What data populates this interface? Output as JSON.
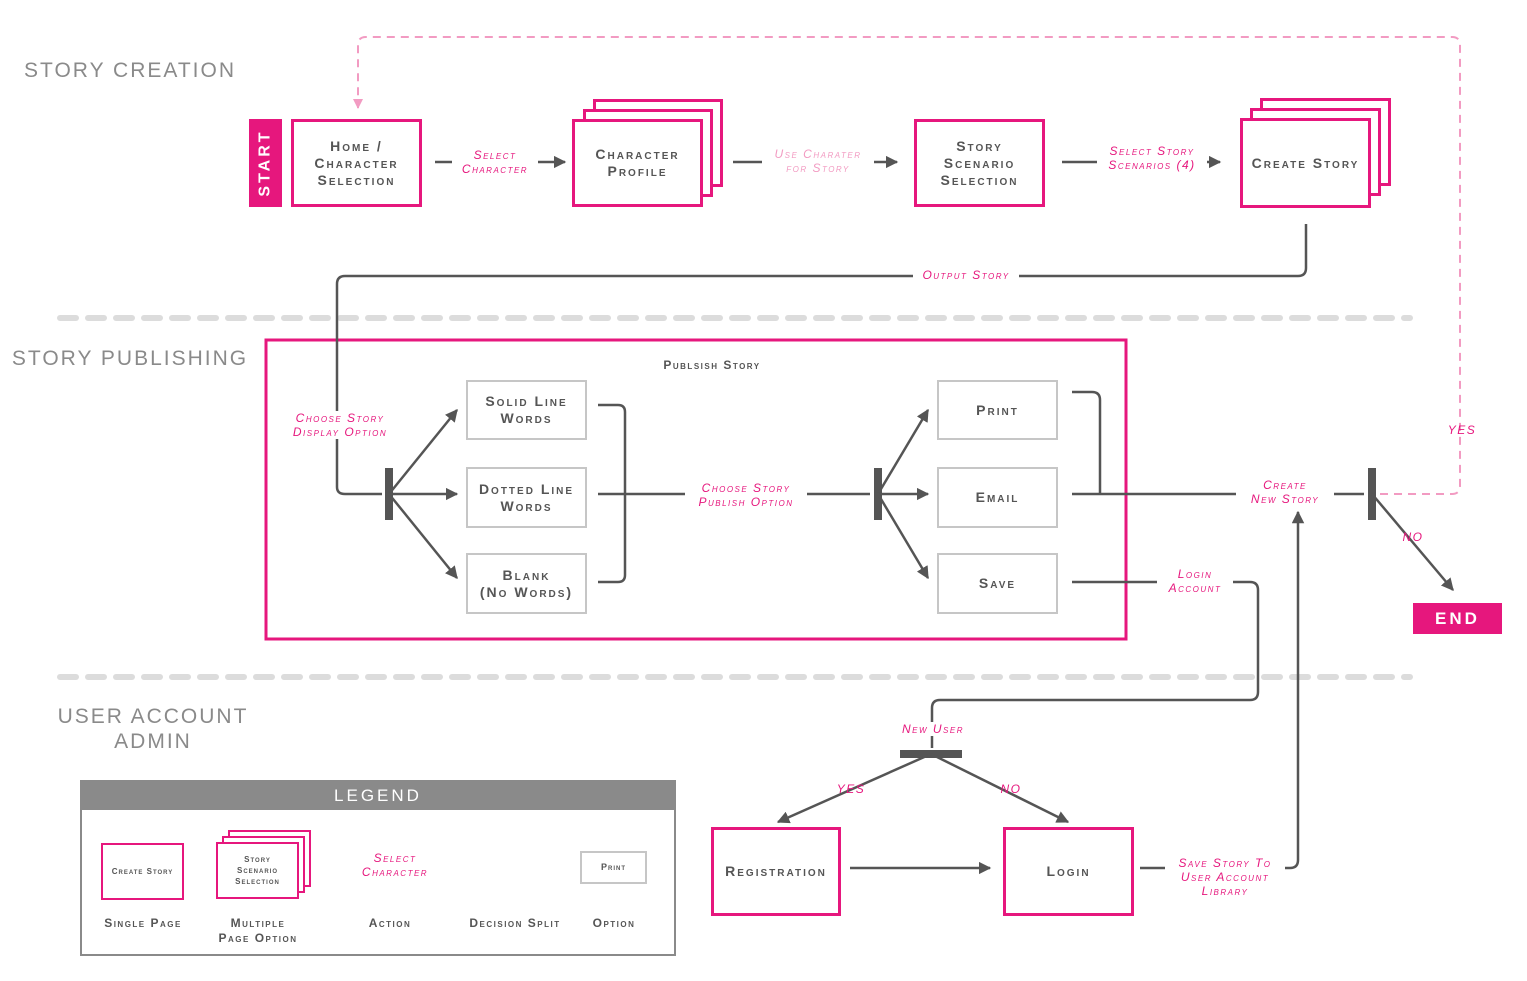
{
  "sections": {
    "story_creation": "STORY\nCREATION",
    "story_publishing": "STORY\nPUBLISHING",
    "user_account_admin": "USER ACCOUNT\nADMIN"
  },
  "terminals": {
    "start": "START",
    "end": "END"
  },
  "pages": {
    "home": "Home /\nCharacter\nSelection",
    "character_profile": "Character\nProfile",
    "story_scenario": "Story\nScenario\nSelection",
    "create_story": "Create Story",
    "registration": "Registration",
    "login": "Login"
  },
  "publish_group_title": "Publsish Story",
  "options": {
    "solid": "Solid Line\nWords",
    "dotted": "Dotted Line\nWords",
    "blank": "Blank\n(No Words)",
    "print": "Print",
    "email": "Email",
    "save": "Save"
  },
  "actions": {
    "select_character": "Select\nCharacter",
    "use_character": "Use Charater\nfor Story",
    "select_scenarios": "Select Story\nScenarios (4)",
    "output_story": "Output Story",
    "choose_display": "Choose Story\nDisplay Option",
    "choose_publish": "Choose Story\nPublish Option",
    "create_new_story": "Create\nNew Story",
    "login_account": "Login\nAccount",
    "new_user": "New User",
    "save_library": "Save Story To\nUser Account\nLibrary",
    "yes_top": "YES",
    "no_end": "NO",
    "yes_reg": "YES",
    "no_login": "NO"
  },
  "legend": {
    "title": "LEGEND",
    "single_sample": "Create Story",
    "multi_sample": "Story\nScenario\nSelection",
    "action_sample": "Select\nCharacter",
    "option_sample": "Print",
    "single_caption": "Single Page",
    "multi_caption": "Multiple\nPage Option",
    "action_caption": "Action",
    "decision_caption": "Decision Split",
    "option_caption": "Option"
  },
  "colors": {
    "accent": "#e6177d",
    "accent_light": "#f29bc2",
    "line": "#555555",
    "divider": "#dcdcdc",
    "option_border": "#c6c6c6",
    "legend_gray": "#8a8a8a"
  }
}
